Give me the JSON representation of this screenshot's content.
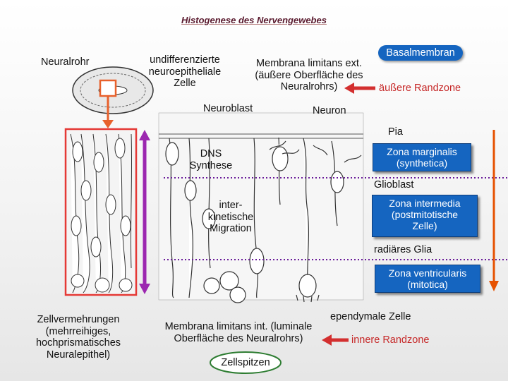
{
  "title": "Histogenese des Nervengewebes",
  "labels": {
    "neuralrohr": "Neuralrohr",
    "undiff": [
      "undifferenzierte",
      "neuroepitheliale",
      "Zelle"
    ],
    "mle": [
      "Membrana limitans ext.",
      "(äußere Oberfläche des",
      "Neuralrohrs)"
    ],
    "basalmembran": "Basalmembran",
    "aeussere_randzone": "äußere Randzone",
    "neuroblast": "Neuroblast",
    "neuron": "Neuron",
    "pia": "Pia",
    "dns": [
      "DNS",
      "Synthese"
    ],
    "migration": [
      "inter-",
      "kinetische",
      "Migration"
    ],
    "glioblast": "Glioblast",
    "radiaeres_glia": "radiäres Glia",
    "zellvermehrungen": [
      "Zellvermehrungen",
      "(mehrreihiges,",
      "hochprismatisches",
      "Neuralepithel)"
    ],
    "ependymale_zelle": "ependymale Zelle",
    "mli": [
      "Membrana limitans int. (luminale",
      "Oberfläche des Neuralrohrs)"
    ],
    "innere_randzone": "innere Randzone",
    "zellspitzen": "Zellspitzen"
  },
  "zones": {
    "marginalis": [
      "Zona marginalis",
      "(synthetica)"
    ],
    "intermedia": [
      "Zona intermedia",
      "(postmitotische",
      "Zelle)"
    ],
    "ventricularis": [
      "Zona ventricularis",
      "(mitotica)"
    ]
  },
  "colors": {
    "zone_box": "#1565c0",
    "arrow_red": "#d32f2f",
    "neuroepithel_frame": "#e53935",
    "purple_arrow": "#9c27b0",
    "zone_boundary": "#6a1b9a",
    "orange_arrow": "#e65100",
    "green_oval": "#2e7d32",
    "box_orange": "#e8612c"
  }
}
